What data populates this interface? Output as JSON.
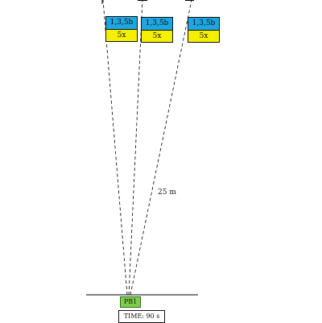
{
  "colors": {
    "target_top": "#1ea6e0",
    "target_bottom": "#f4f000",
    "start_box": "#7dcf4a",
    "line": "#000000"
  },
  "targets": [
    {
      "label": "1,3,5b",
      "shots": "5x"
    },
    {
      "label": "1,3,5b",
      "shots": "5x"
    },
    {
      "label": "1,3,5b",
      "shots": "5x"
    }
  ],
  "distance": "25 m",
  "position": "PB1",
  "time": "TIME: 90 s"
}
